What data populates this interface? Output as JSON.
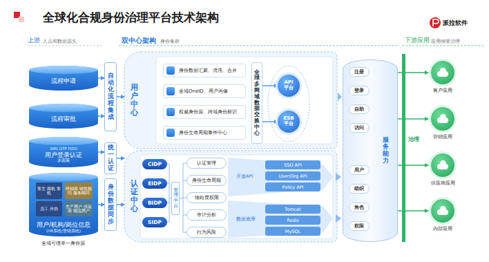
{
  "diagram": {
    "title": "全球化合规身份治理平台技术架构",
    "nodes": [
      {
        "text": [
          "流程申请"
        ]
      },
      {
        "text": [
          "流程审批"
        ]
      },
      {
        "text": [
          "SMS OTP FIDO",
          "用户登录认证",
          "多因素"
        ]
      },
      {
        "text": [
          "用户/机构/岗位信息",
          "(HR系统/营销系统)"
        ]
      },
      {
        "text": [
          "车主 商机 车机"
        ],
        "in": 3
      },
      {
        "text": [
          "经销商 销售顾问 服务顾问"
        ],
        "in": 3
      },
      {
        "text": [
          "员工 外协"
        ],
        "in": 3
      },
      {
        "text": [
          "生产用户 供应商 物流用户"
        ],
        "in": 3
      },
      {
        "text": [
          "自动化流程集成"
        ]
      },
      {
        "text": [
          "统一认证"
        ]
      },
      {
        "text": [
          "身份数据同步"
        ]
      },
      {
        "text": [
          "用户中心"
        ]
      },
      {
        "text": [
          "身份数据汇聚、清洗、合并"
        ],
        "in": 11
      },
      {
        "text": [
          "全域OneID、用户画像"
        ],
        "in": 11
      },
      {
        "text": [
          "权威身份源、跨域身份标识"
        ],
        "in": 11
      },
      {
        "text": [
          "身份生命周期事件中心"
        ],
        "in": 11
      },
      {
        "text": [
          "全球多网域数据交换中心"
        ],
        "in": 11
      },
      {
        "text": [
          "API",
          "平台"
        ],
        "in": 11
      },
      {
        "text": [
          "ESB",
          "平台"
        ],
        "in": 11
      },
      {
        "text": [
          "认证中心"
        ]
      },
      {
        "text": [
          "CIDP"
        ],
        "in": 19
      },
      {
        "text": [
          "EIDP"
        ],
        "in": 19
      },
      {
        "text": [
          "BIDP"
        ],
        "in": 19
      },
      {
        "text": [
          "SIDP"
        ],
        "in": 19
      },
      {
        "text": [
          "管理平台"
        ],
        "in": 19
      },
      {
        "text": [
          "认证管理"
        ],
        "in": 19
      },
      {
        "text": [
          "身份生命周期"
        ],
        "in": 19
      },
      {
        "text": [
          "细粒度权限"
        ],
        "in": 19
      },
      {
        "text": [
          "审计分析"
        ],
        "in": 19
      },
      {
        "text": [
          "行为风险"
        ],
        "in": 19
      },
      {
        "text": [
          "SSO API"
        ],
        "in": 19
      },
      {
        "text": [
          "User/Org API"
        ],
        "in": 19
      },
      {
        "text": [
          "Policy API"
        ],
        "in": 19
      },
      {
        "text": [
          "Tomcat"
        ],
        "in": 19
      },
      {
        "text": [
          "Redis"
        ],
        "in": 19
      },
      {
        "text": [
          "MySQL"
        ],
        "in": 19
      },
      {
        "text": [
          "服务能力"
        ]
      },
      {
        "text": [
          "注册"
        ],
        "in": 36
      },
      {
        "text": [
          "登录"
        ],
        "in": 36
      },
      {
        "text": [
          "自助"
        ],
        "in": 36
      },
      {
        "text": [
          "访问"
        ],
        "in": 36
      },
      {
        "text": [
          "用户"
        ],
        "in": 36
      },
      {
        "text": [
          "组织"
        ],
        "in": 36
      },
      {
        "text": [
          "角色"
        ],
        "in": 36
      },
      {
        "text": [
          "权限"
        ],
        "in": 36
      },
      {
        "text": [
          "客户应用"
        ]
      },
      {
        "text": [
          "营销应用"
        ]
      },
      {
        "text": [
          "供应商应用"
        ]
      },
      {
        "text": [
          "内部应用"
        ]
      }
    ],
    "edges": [
      {
        "from": 0,
        "to": 8,
        "arrow": "to"
      },
      {
        "from": 1,
        "to": 8,
        "arrow": "to"
      },
      {
        "from": 2,
        "to": 9,
        "arrow": "to"
      },
      {
        "from": 3,
        "to": 10,
        "arrow": "to"
      },
      {
        "from": 8,
        "to": 11,
        "arrow": "to"
      },
      {
        "from": 9,
        "to": 19,
        "arrow": "to"
      },
      {
        "from": 10,
        "to": 19,
        "arrow": "to"
      },
      {
        "from": 16,
        "to": 17,
        "arrow": "to"
      },
      {
        "from": 16,
        "to": 18,
        "arrow": "to"
      },
      {
        "from": 36,
        "to": 45,
        "arrow": "to"
      },
      {
        "from": 36,
        "to": 46,
        "arrow": "to"
      },
      {
        "from": 36,
        "to": 47,
        "arrow": "to"
      },
      {
        "from": 36,
        "to": 48,
        "arrow": "to"
      }
    ],
    "labels": [
      "派拉软件",
      "上游",
      "人员和数据源头",
      "双中心架构",
      "身份集群",
      "下游应用",
      "应用纳管治理",
      "全域可信单一身份源",
      "开放API",
      "数据底座",
      "治理"
    ]
  }
}
